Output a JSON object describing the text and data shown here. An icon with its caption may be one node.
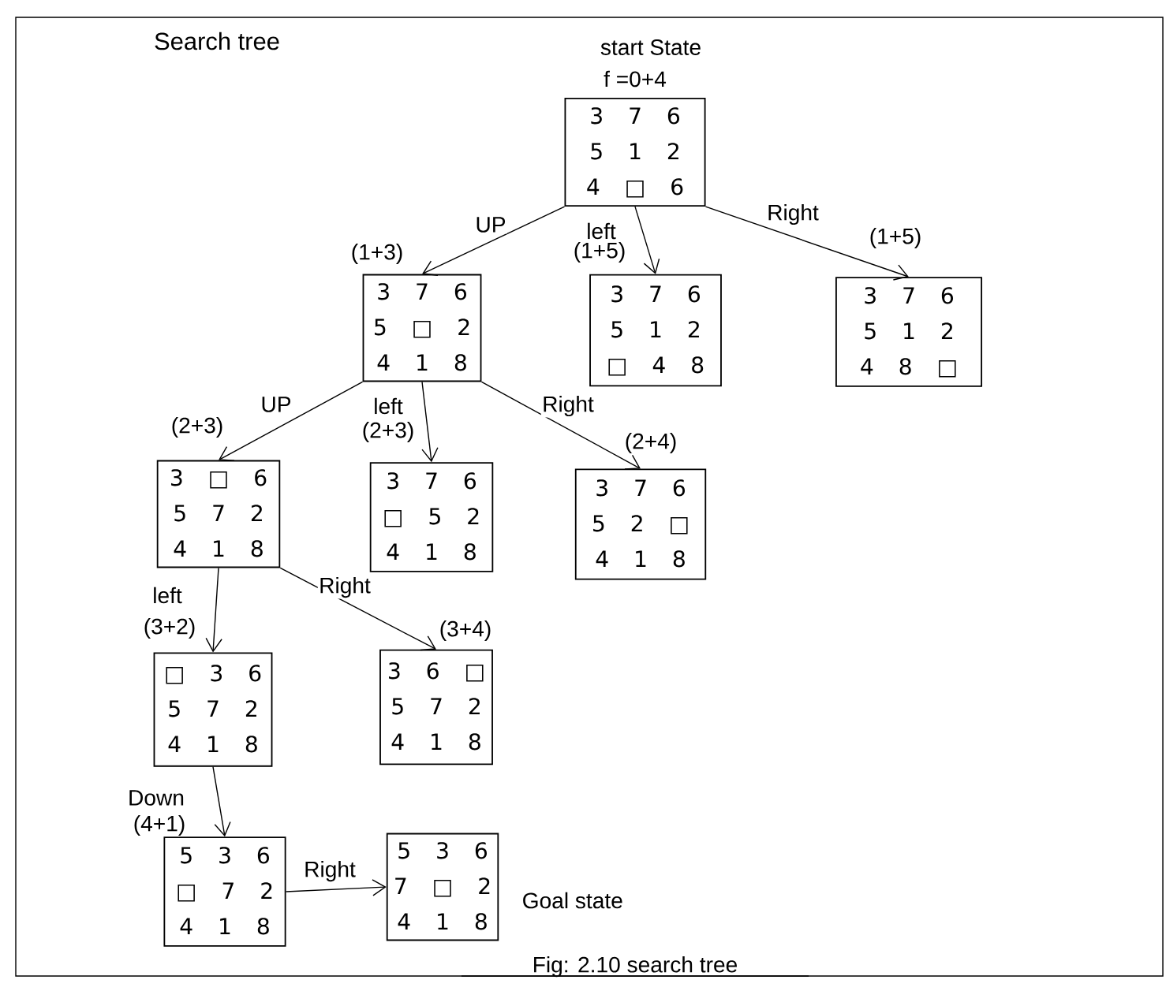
{
  "diagram": {
    "title": "Search tree",
    "caption": "Fig: 2.10 search tree",
    "nodes": [
      {
        "text": [
          "3 7 6",
          "5 1 2",
          "4 □ 6"
        ],
        "beside": [
          "start State",
          "f =0+4"
        ]
      },
      {
        "text": [
          "3 7 6",
          "5 □ 2",
          "4 1 8"
        ],
        "beside": [
          "(1+3)"
        ]
      },
      {
        "text": [
          "3 7 6",
          "5 1 2",
          "□ 4 8"
        ],
        "beside": [
          "(1+5)"
        ]
      },
      {
        "text": [
          "3 7 6",
          "5 1 2",
          "4 8 □"
        ],
        "beside": [
          "(1+5)"
        ]
      },
      {
        "text": [
          "3 □ 6",
          "5 7 2",
          "4 1 8"
        ],
        "beside": [
          "(2+3)"
        ]
      },
      {
        "text": [
          "3 7 6",
          "□ 5 2",
          "4 1 8"
        ],
        "beside": [
          "(2+3)"
        ]
      },
      {
        "text": [
          "3 7 6",
          "5 2 □",
          "4 1 8"
        ],
        "beside": [
          "(2+4)"
        ]
      },
      {
        "text": [
          "□ 3 6",
          "5 7 2",
          "4 1 8"
        ],
        "beside": [
          "(3+2)"
        ]
      },
      {
        "text": [
          "3 6 □",
          "5 7 2",
          "4 1 8"
        ],
        "beside": [
          "(3+4)"
        ]
      },
      {
        "text": [
          "5 3 6",
          "□ 7 2",
          "4 1 8"
        ],
        "beside": [
          "(4+1)"
        ]
      },
      {
        "text": [
          "5 3 6",
          "7 □ 2",
          "4 1 8"
        ],
        "beside": [
          "Goal state"
        ]
      }
    ],
    "edges": [
      {
        "from": 0,
        "to": 1,
        "arrow": "to",
        "label": "UP"
      },
      {
        "from": 0,
        "to": 2,
        "arrow": "to",
        "label": "left"
      },
      {
        "from": 0,
        "to": 3,
        "arrow": "to",
        "label": "Right"
      },
      {
        "from": 1,
        "to": 4,
        "arrow": "to",
        "label": "UP"
      },
      {
        "from": 1,
        "to": 5,
        "arrow": "to",
        "label": "left"
      },
      {
        "from": 1,
        "to": 6,
        "arrow": "to",
        "label": "Right"
      },
      {
        "from": 4,
        "to": 7,
        "arrow": "to",
        "label": "left"
      },
      {
        "from": 4,
        "to": 8,
        "arrow": "to",
        "label": "Right"
      },
      {
        "from": 7,
        "to": 9,
        "arrow": "to",
        "label": "Down"
      },
      {
        "from": 9,
        "to": 10,
        "arrow": "to",
        "label": "Right"
      }
    ]
  }
}
